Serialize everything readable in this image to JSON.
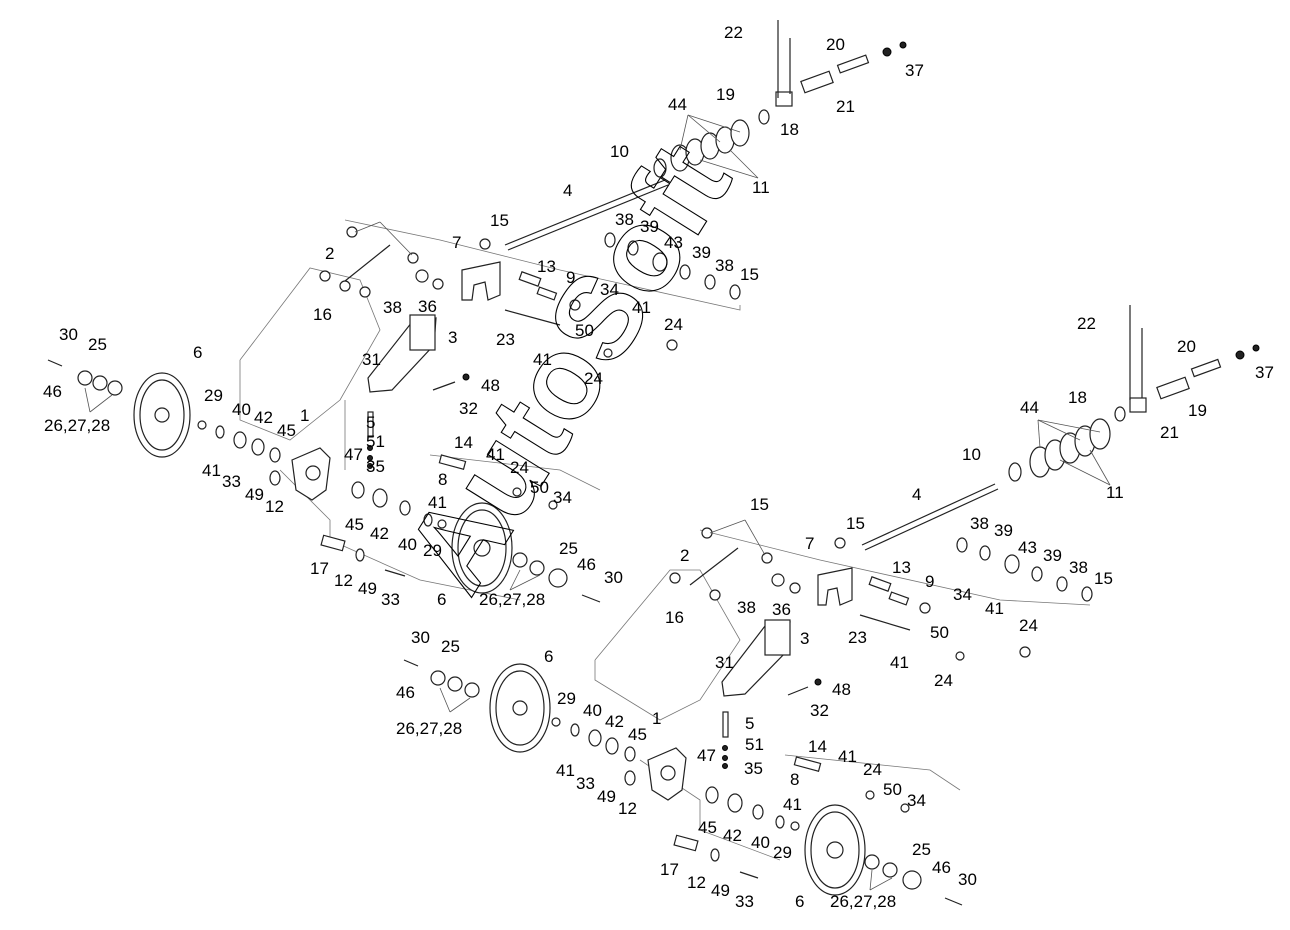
{
  "watermark": "AutoSoft",
  "labels_upper": [
    "22",
    "20",
    "37",
    "19",
    "21",
    "18",
    "44",
    "10",
    "11",
    "4",
    "15",
    "7",
    "13",
    "9",
    "38",
    "39",
    "43",
    "39",
    "38",
    "15",
    "2",
    "16",
    "36",
    "38",
    "34",
    "41",
    "23",
    "50",
    "24",
    "41",
    "24",
    "3",
    "31",
    "48",
    "32",
    "30",
    "25",
    "6",
    "46",
    "26,27,28",
    "29",
    "40",
    "42",
    "45",
    "1",
    "5",
    "51",
    "47",
    "35",
    "41",
    "33",
    "49",
    "12",
    "14",
    "41",
    "24",
    "8",
    "50",
    "34",
    "45",
    "42",
    "40",
    "41",
    "29",
    "25",
    "17",
    "12",
    "49",
    "33",
    "46",
    "30",
    "6",
    "26,27,28"
  ],
  "labels_lower": [
    "22",
    "20",
    "37",
    "18",
    "19",
    "21",
    "44",
    "10",
    "11",
    "4",
    "15",
    "38",
    "39",
    "43",
    "39",
    "38",
    "15",
    "7",
    "13",
    "9",
    "2",
    "15",
    "16",
    "36",
    "38",
    "34",
    "41",
    "3",
    "23",
    "50",
    "24",
    "41",
    "24",
    "31",
    "48",
    "32",
    "30",
    "25",
    "6",
    "46",
    "26,27,28",
    "29",
    "40",
    "42",
    "45",
    "1",
    "5",
    "51",
    "47",
    "35",
    "41",
    "33",
    "49",
    "12",
    "14",
    "41",
    "24",
    "8",
    "50",
    "34",
    "45",
    "42",
    "41",
    "40",
    "29",
    "17",
    "12",
    "49",
    "33",
    "6",
    "26,27,28",
    "25",
    "46",
    "30"
  ]
}
